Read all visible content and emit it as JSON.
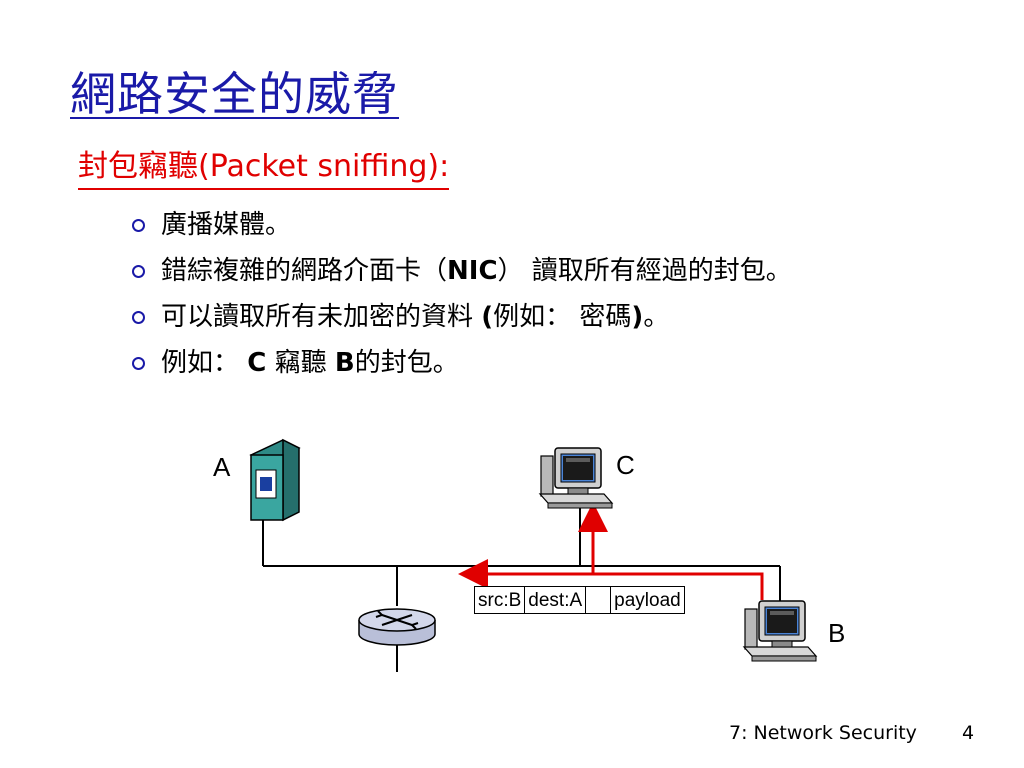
{
  "slide": {
    "title": "網路安全的威脅",
    "subtitle_cjk": "封包竊聽",
    "subtitle_en": "(Packet sniffing):",
    "bullets": [
      {
        "parts": [
          "廣播媒體。"
        ]
      },
      {
        "a": "錯綜複雜的網路介面卡（",
        "b": "NIC",
        "c": "） 讀取所有經過的封包。"
      },
      {
        "a": "可以讀取所有未加密的資料 ",
        "b": "(",
        "c": "例如： 密碼",
        "d": ")",
        "e": "。"
      },
      {
        "a": "例如： ",
        "b": "C",
        "c": " 竊聽 ",
        "d": "B",
        "e": "的封包。"
      }
    ]
  },
  "diagram": {
    "host_a_label": "A",
    "host_b_label": "B",
    "host_c_label": "C",
    "packet_fields": [
      "src:B",
      "dest:A",
      "",
      "payload"
    ],
    "colors": {
      "wire": "#000000",
      "traffic": "#e00000",
      "server": "#3aa6a0",
      "monitor": "#4b84d6"
    }
  },
  "footer": {
    "course": "7: Network Security",
    "page": "4"
  }
}
